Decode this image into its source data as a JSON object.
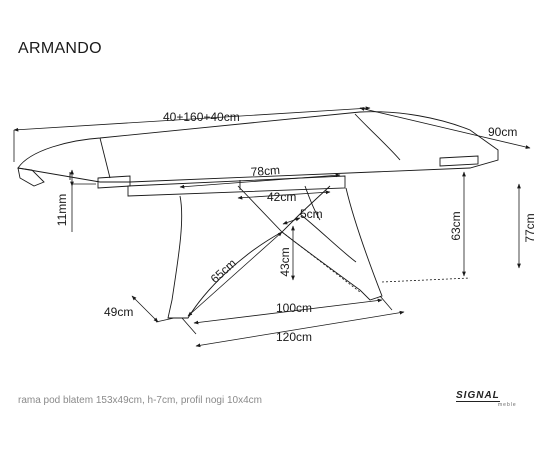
{
  "title": "ARMANDO",
  "footer": "rama pod blatem 153x49cm, h-7cm, profil nogi 10x4cm",
  "logo": {
    "main": "SIGNAL",
    "sub": "meble"
  },
  "dimensions": {
    "length_extended": "40+160+40cm",
    "width": "90cm",
    "height_total": "77cm",
    "height_leg": "63cm",
    "top_thickness": "11mm",
    "frame_length": "78cm",
    "leg_top_width": "42cm",
    "leg_gap": "5cm",
    "leg_inner_height": "43cm",
    "leg_diagonal": "65cm",
    "base_depth": "49cm",
    "base_inner_length": "100cm",
    "base_outer_length": "120cm"
  }
}
